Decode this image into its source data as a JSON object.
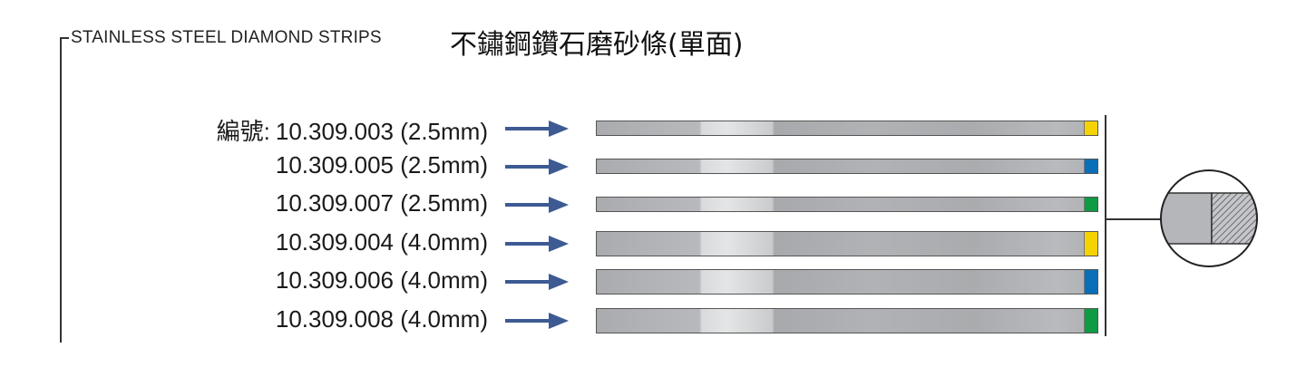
{
  "title": {
    "english": "STAINLESS STEEL DIAMOND STRIPS",
    "chinese": "不鏽鋼鑽石磨砂條(單面)"
  },
  "code_prefix": "編號:",
  "products": [
    {
      "code": "10.309.003 (2.5mm)",
      "color": "#f5d300",
      "width_mm": 2.5
    },
    {
      "code": "10.309.005 (2.5mm)",
      "color": "#0a6fb8",
      "width_mm": 2.5
    },
    {
      "code": "10.309.007 (2.5mm)",
      "color": "#0f9a44",
      "width_mm": 2.5
    },
    {
      "code": "10.309.004 (4.0mm)",
      "color": "#f5d300",
      "width_mm": 4.0
    },
    {
      "code": "10.309.006 (4.0mm)",
      "color": "#0a6fb8",
      "width_mm": 4.0
    },
    {
      "code": "10.309.008 (4.0mm)",
      "color": "#0f9a44",
      "width_mm": 4.0
    }
  ],
  "arrow_color": "#3d5a92"
}
